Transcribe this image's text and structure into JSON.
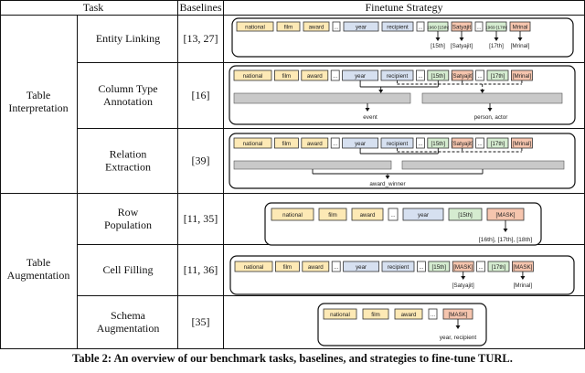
{
  "headers": {
    "task": "Task",
    "baselines": "Baselines",
    "strategy": "Finetune Strategy"
  },
  "groups": [
    {
      "name": [
        "Table",
        "Interpretation"
      ]
    },
    {
      "name": [
        "Table",
        "Augmentation"
      ]
    }
  ],
  "rows": [
    {
      "task": [
        "Entity Linking"
      ],
      "baselines": "[13, 27]",
      "chips": [
        "national",
        "film",
        "award",
        "...",
        "year",
        "recipient",
        "...",
        "1960 [15th]",
        "Satyajit",
        "...",
        "1969 [17th]",
        "Mrinal"
      ],
      "labels": [
        "[15th]",
        "[Satyajit]",
        "[17th]",
        "[Mrinal]"
      ]
    },
    {
      "task": [
        "Column Type",
        "Annotation"
      ],
      "baselines": "[16]",
      "chips": [
        "national",
        "film",
        "award",
        "...",
        "year",
        "recipient",
        "...",
        "[15th]",
        "[Satyajit]",
        "...",
        "[17th]",
        "[Mrinal]"
      ],
      "labels": [
        "event",
        "person, actor"
      ]
    },
    {
      "task": [
        "Relation",
        "Extraction"
      ],
      "baselines": "[39]",
      "chips": [
        "national",
        "film",
        "award",
        "...",
        "year",
        "recipient",
        "...",
        "[15th]",
        "[Satyajit]",
        "...",
        "[17th]",
        "[Mrinal]"
      ],
      "labels": [
        "award_winner"
      ]
    },
    {
      "task": [
        "Row",
        "Population"
      ],
      "baselines": "[11, 35]",
      "chips": [
        "national",
        "film",
        "award",
        "...",
        "year",
        "[15th]",
        "[MASK]"
      ],
      "labels": [
        "[16th], [17th], [18th]"
      ]
    },
    {
      "task": [
        "Cell Filling"
      ],
      "baselines": "[11, 36]",
      "chips": [
        "national",
        "film",
        "award",
        "...",
        "year",
        "recipient",
        "...",
        "[15th]",
        "[MASK]",
        "...",
        "[17th]",
        "[MASK]"
      ],
      "labels": [
        "[Satyajit]",
        "[Mrinal]"
      ]
    },
    {
      "task": [
        "Schema",
        "Augmentation"
      ],
      "baselines": "[35]",
      "chips": [
        "national",
        "film",
        "award",
        "...",
        "[MASK]"
      ],
      "labels": [
        "year, recipient"
      ]
    }
  ],
  "caption": "Table 2: An overview of our benchmark tasks, baselines, and strategies to fine-tune TURL.",
  "colors": {
    "caption_chip": "#fde9b5",
    "header_chip": "#d6e0f0",
    "entity_chip": "#d5ecd0",
    "mention_chip": "#f6c5ae",
    "bar": "#c9c9c9"
  }
}
